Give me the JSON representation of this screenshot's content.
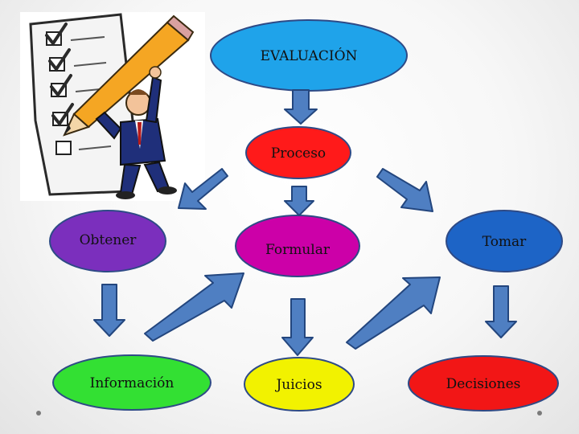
{
  "nodes": {
    "evaluacion": {
      "label": "EVALUACIÓN",
      "color": "#1fa3ea"
    },
    "proceso": {
      "label": "Proceso",
      "color": "#ff1a1a"
    },
    "obtener": {
      "label": "Obtener",
      "color": "#7b2fbd"
    },
    "formular": {
      "label": "Formular",
      "color": "#cc00a8"
    },
    "tomar": {
      "label": "Tomar",
      "color": "#1d64c6"
    },
    "informacion": {
      "label": "Información",
      "color": "#33e033"
    },
    "juicios": {
      "label": "Juicios",
      "color": "#f2f200"
    },
    "decisiones": {
      "label": "Decisiones",
      "color": "#f21616"
    }
  },
  "arrow_color": "#4f7fc2",
  "illustration": "man-with-pencil-and-checklist"
}
